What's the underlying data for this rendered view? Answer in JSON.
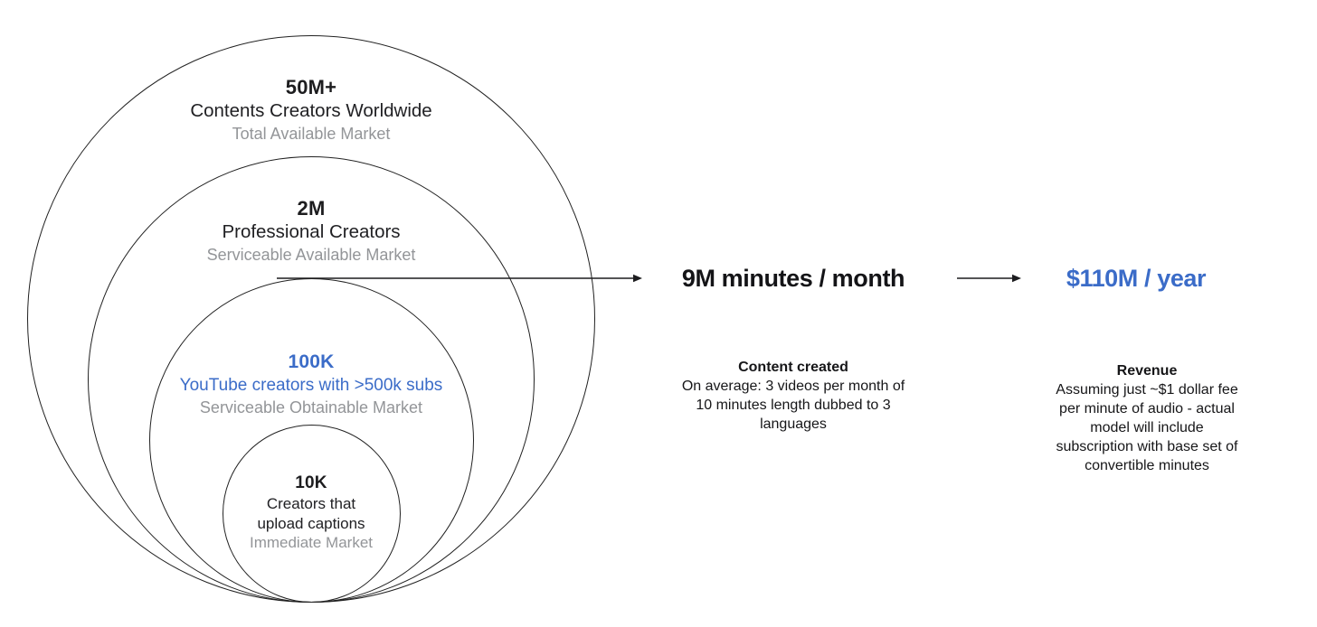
{
  "colors": {
    "accent_blue": "#3b6cc8",
    "muted_gray": "#939598",
    "ink": "#1d1d1f"
  },
  "funnel": {
    "rings": [
      {
        "value": "50M+",
        "label": "Contents Creators Worldwide",
        "market": "Total Available Market"
      },
      {
        "value": "2M",
        "label": "Professional Creators",
        "market": "Serviceable Available Market"
      },
      {
        "value": "100K",
        "label": "YouTube creators with >500k subs",
        "market": "Serviceable Obtainable Market"
      },
      {
        "value": "10K",
        "label": [
          "Creators that",
          "upload captions"
        ],
        "market": "Immediate Market"
      }
    ]
  },
  "flow": {
    "content_metric": "9M minutes / month",
    "revenue_metric": "$110M / year",
    "content_note": {
      "title": "Content created",
      "body": [
        "On average: 3 videos per month of",
        "10 minutes length dubbed to 3",
        "languages"
      ]
    },
    "revenue_note": {
      "title": "Revenue",
      "body": [
        "Assuming just ~$1 dollar fee",
        "per minute of audio - actual",
        "model will include",
        "subscription with base set of",
        "convertible minutes"
      ]
    }
  }
}
